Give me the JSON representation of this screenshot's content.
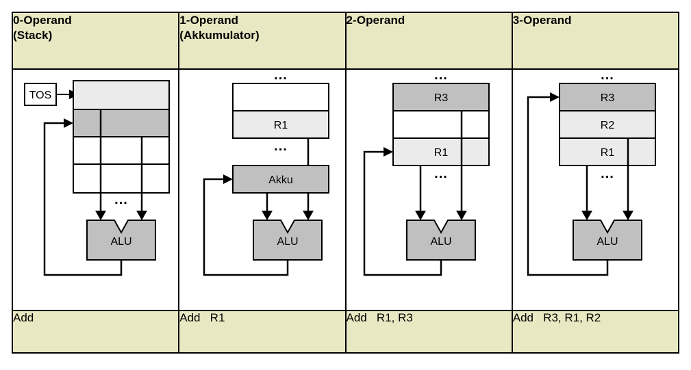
{
  "figure": {
    "kind": "instruction-set-operand-comparison-table",
    "columns": [
      {
        "id": "col-0-operand",
        "header_line1": "0-Operand",
        "header_line2": "(Stack)",
        "instruction": "Add",
        "storage_label": "TOS",
        "alu_label": "ALU",
        "ellipsis": "...",
        "cells": [
          {
            "text": "",
            "fill": "#ebebeb"
          },
          {
            "text": "",
            "fill": "#c0c0c0"
          },
          {
            "text": "",
            "fill": "#ffffff"
          },
          {
            "text": "",
            "fill": "#ffffff"
          }
        ]
      },
      {
        "id": "col-1-operand",
        "header_line1": "1-Operand",
        "header_line2": "(Akkumulator)",
        "instruction": "Add   R1",
        "accumulator_label": "Akku",
        "alu_label": "ALU",
        "ellipsis": "...",
        "cells": [
          {
            "text": "",
            "fill": "#ffffff"
          },
          {
            "text": "R1",
            "fill": "#ebebeb"
          }
        ]
      },
      {
        "id": "col-2-operand",
        "header_line1": "2-Operand",
        "header_line2": "",
        "instruction": "Add   R1, R3",
        "alu_label": "ALU",
        "ellipsis": "...",
        "cells": [
          {
            "text": "R3",
            "fill": "#c0c0c0"
          },
          {
            "text": "",
            "fill": "#ffffff"
          },
          {
            "text": "R1",
            "fill": "#ebebeb"
          }
        ]
      },
      {
        "id": "col-3-operand",
        "header_line1": "3-Operand",
        "header_line2": "",
        "instruction": "Add   R3, R1, R2",
        "alu_label": "ALU",
        "ellipsis": "...",
        "cells": [
          {
            "text": "R3",
            "fill": "#c0c0c0"
          },
          {
            "text": "R2",
            "fill": "#ebebeb"
          },
          {
            "text": "R1",
            "fill": "#ebebeb"
          }
        ]
      }
    ],
    "colors": {
      "header_background": "#e8e8c3",
      "instruction_background": "#e8e8c3",
      "page_background": "#ffffff",
      "border": "#000000",
      "fill_dark": "#c0c0c0",
      "fill_light": "#ebebeb",
      "fill_white": "#ffffff"
    }
  }
}
